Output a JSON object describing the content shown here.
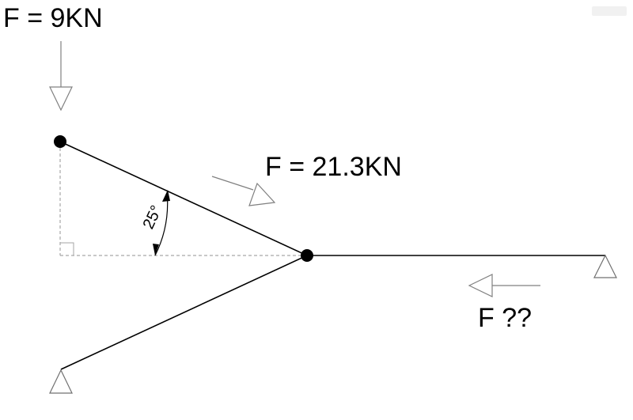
{
  "labels": {
    "force_top": "F = 9KN",
    "force_diagonal": "F = 21.3KN",
    "force_unknown": "F ??",
    "angle": "25°"
  },
  "colors": {
    "member": "#000000",
    "construction": "#9a9a9a",
    "force_arrow": "#808080",
    "support": "#707070"
  }
}
